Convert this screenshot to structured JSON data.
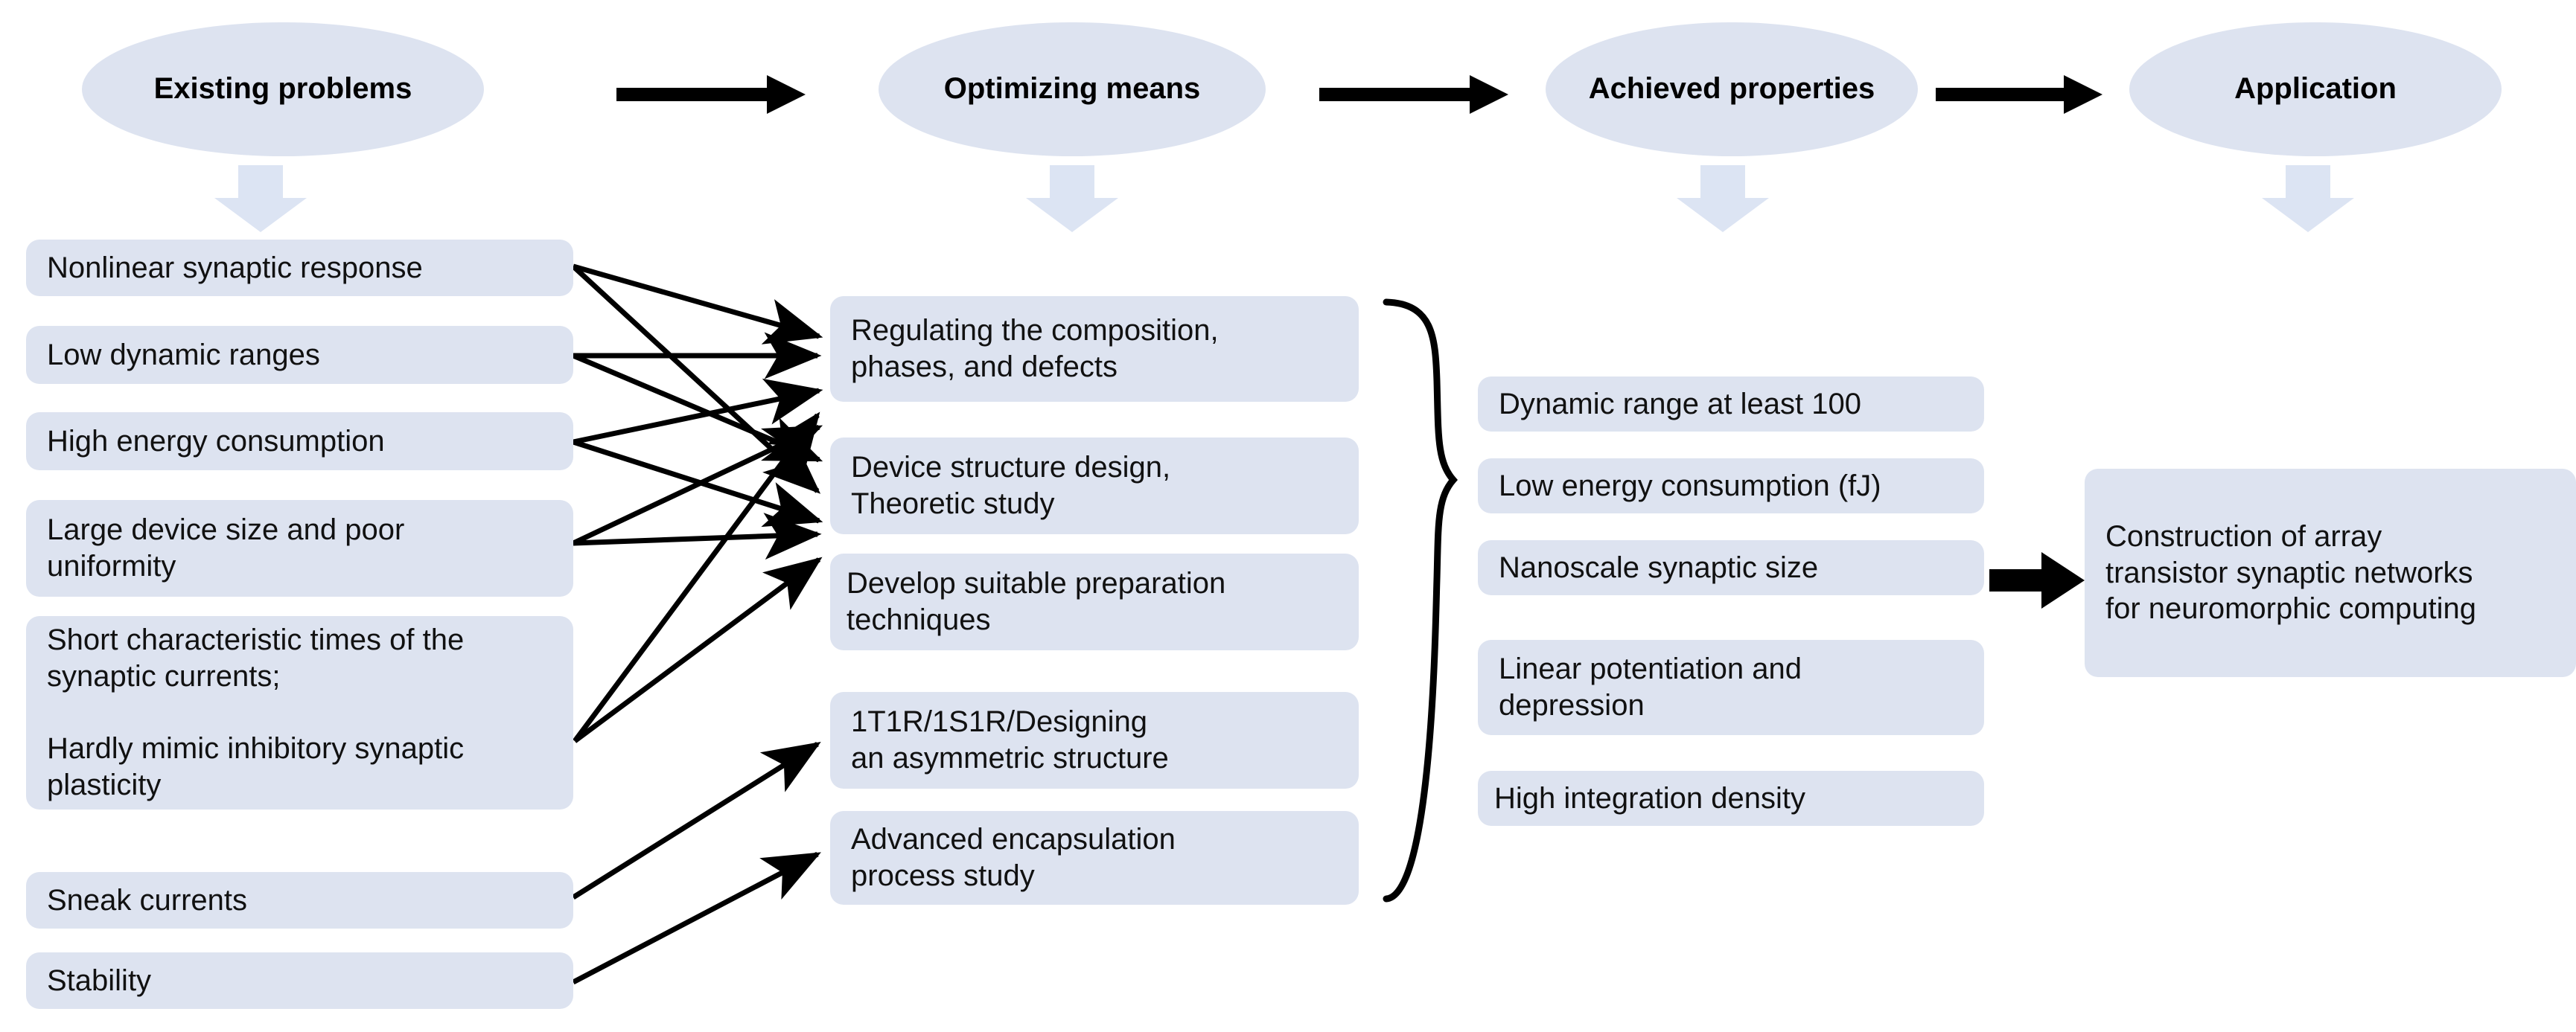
{
  "diagram": {
    "title": "Existing problems to Application roadmap for synaptic devices",
    "colors": {
      "box_fill": "#dde3f0",
      "block_arrow_fill": "#dde7f5",
      "line_color": "#000000",
      "text_color": "#111111"
    }
  },
  "stages": [
    {
      "id": "existing-problems",
      "label": "Existing problems"
    },
    {
      "id": "optimizing-means",
      "label": "Optimizing\nmeans"
    },
    {
      "id": "achieved-properties",
      "label": "Achieved\nproperties"
    },
    {
      "id": "application",
      "label": "Application"
    }
  ],
  "problems": [
    {
      "id": "p1",
      "text": "Nonlinear synaptic response"
    },
    {
      "id": "p2",
      "text": "Low dynamic ranges"
    },
    {
      "id": "p3",
      "text": "High energy consumption"
    },
    {
      "id": "p4",
      "text": " Large device size and poor\nuniformity"
    },
    {
      "id": "p5",
      "text": "Short characteristic times of the\nsynaptic currents;\n\nHardly mimic inhibitory synaptic\nplasticity"
    },
    {
      "id": "p6",
      "text": "Sneak currents"
    },
    {
      "id": "p7",
      "text": "Stability"
    }
  ],
  "means": [
    {
      "id": "m1",
      "text": "Regulating the composition,\nphases, and defects"
    },
    {
      "id": "m2",
      "text": "Device structure design,\nTheoretic study"
    },
    {
      "id": "m3",
      "text": " Develop suitable preparation\ntechniques"
    },
    {
      "id": "m4",
      "text": "1T1R/1S1R/Designing\nan asymmetric structure"
    },
    {
      "id": "m5",
      "text": "Advanced encapsulation\nprocess study"
    }
  ],
  "properties": [
    {
      "id": "a1",
      "text": "Dynamic range at least 100"
    },
    {
      "id": "a2",
      "text": "Low energy consumption (fJ)"
    },
    {
      "id": "a3",
      "text": "Nanoscale synaptic size"
    },
    {
      "id": "a4",
      "text": "Linear potentiation and\ndepression"
    },
    {
      "id": "a5",
      "text": " High integration density"
    }
  ],
  "application": {
    "id": "app1",
    "text": "Construction of array\ntransistor synaptic networks\nfor neuromorphic computing"
  },
  "connectors": {
    "stage_arrows": [
      "existing-to-optimizing",
      "optimizing-to-achieved",
      "achieved-to-application"
    ],
    "down_arrows": [
      "down-existing",
      "down-optimizing",
      "down-achieved",
      "down-application"
    ],
    "brace": "means-to-properties-brace",
    "properties_to_application": "properties-to-application-arrow"
  }
}
